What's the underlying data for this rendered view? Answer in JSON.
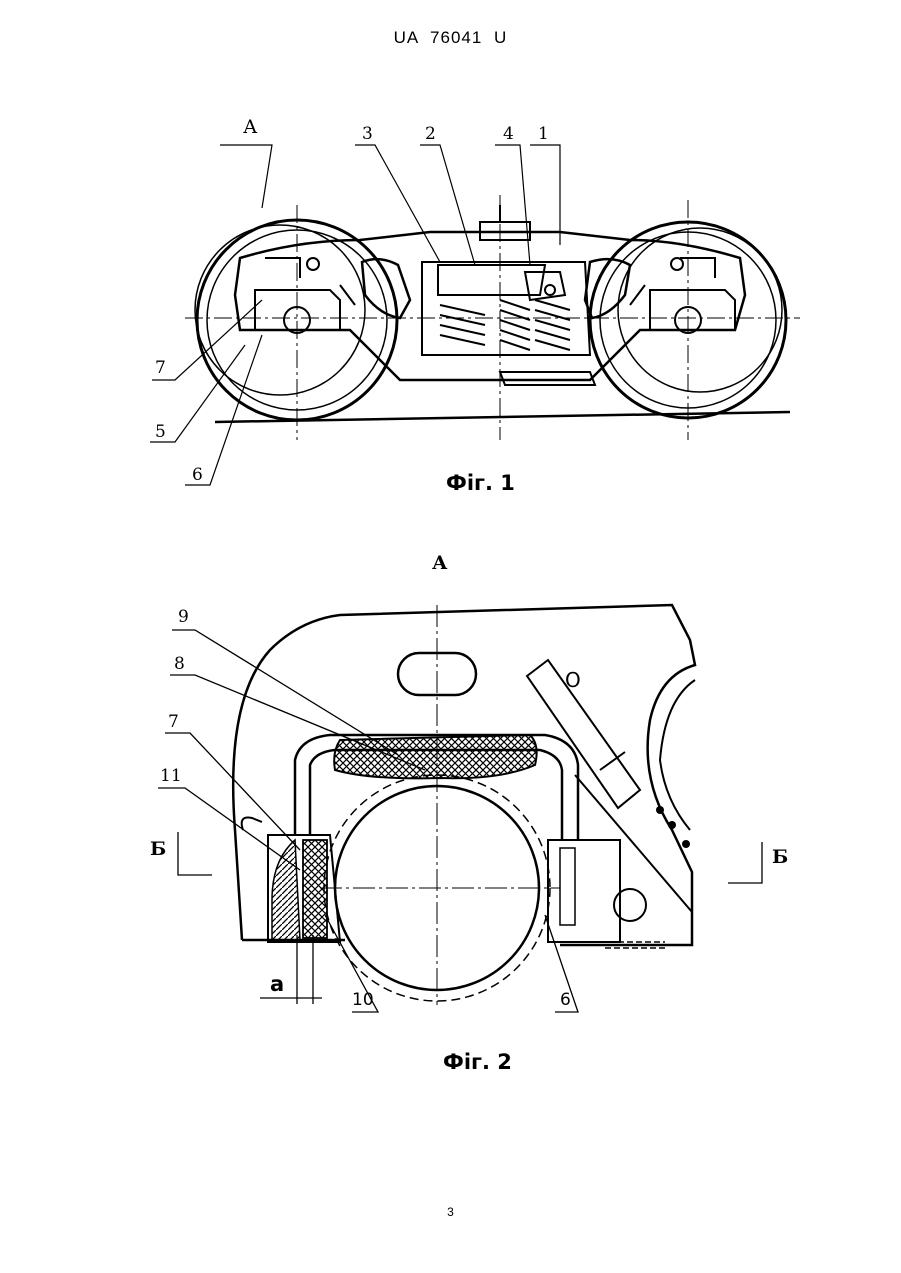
{
  "header": {
    "doc_number": "UA   76041   U"
  },
  "figure1": {
    "caption": "Фіг. 1",
    "labels": {
      "view": "А",
      "n1": "1",
      "n2": "2",
      "n3": "3",
      "n4": "4",
      "n5": "5",
      "n6": "6",
      "n7": "7"
    }
  },
  "figure2": {
    "view_title": "А",
    "caption": "Фіг. 2",
    "labels": {
      "n6": "6",
      "n7": "7",
      "n8": "8",
      "n9": "9",
      "n10": "10",
      "n11": "11",
      "o": "О",
      "section_left": "Б",
      "section_right": "Б",
      "gap": "а"
    }
  },
  "footer": {
    "page": "3"
  }
}
